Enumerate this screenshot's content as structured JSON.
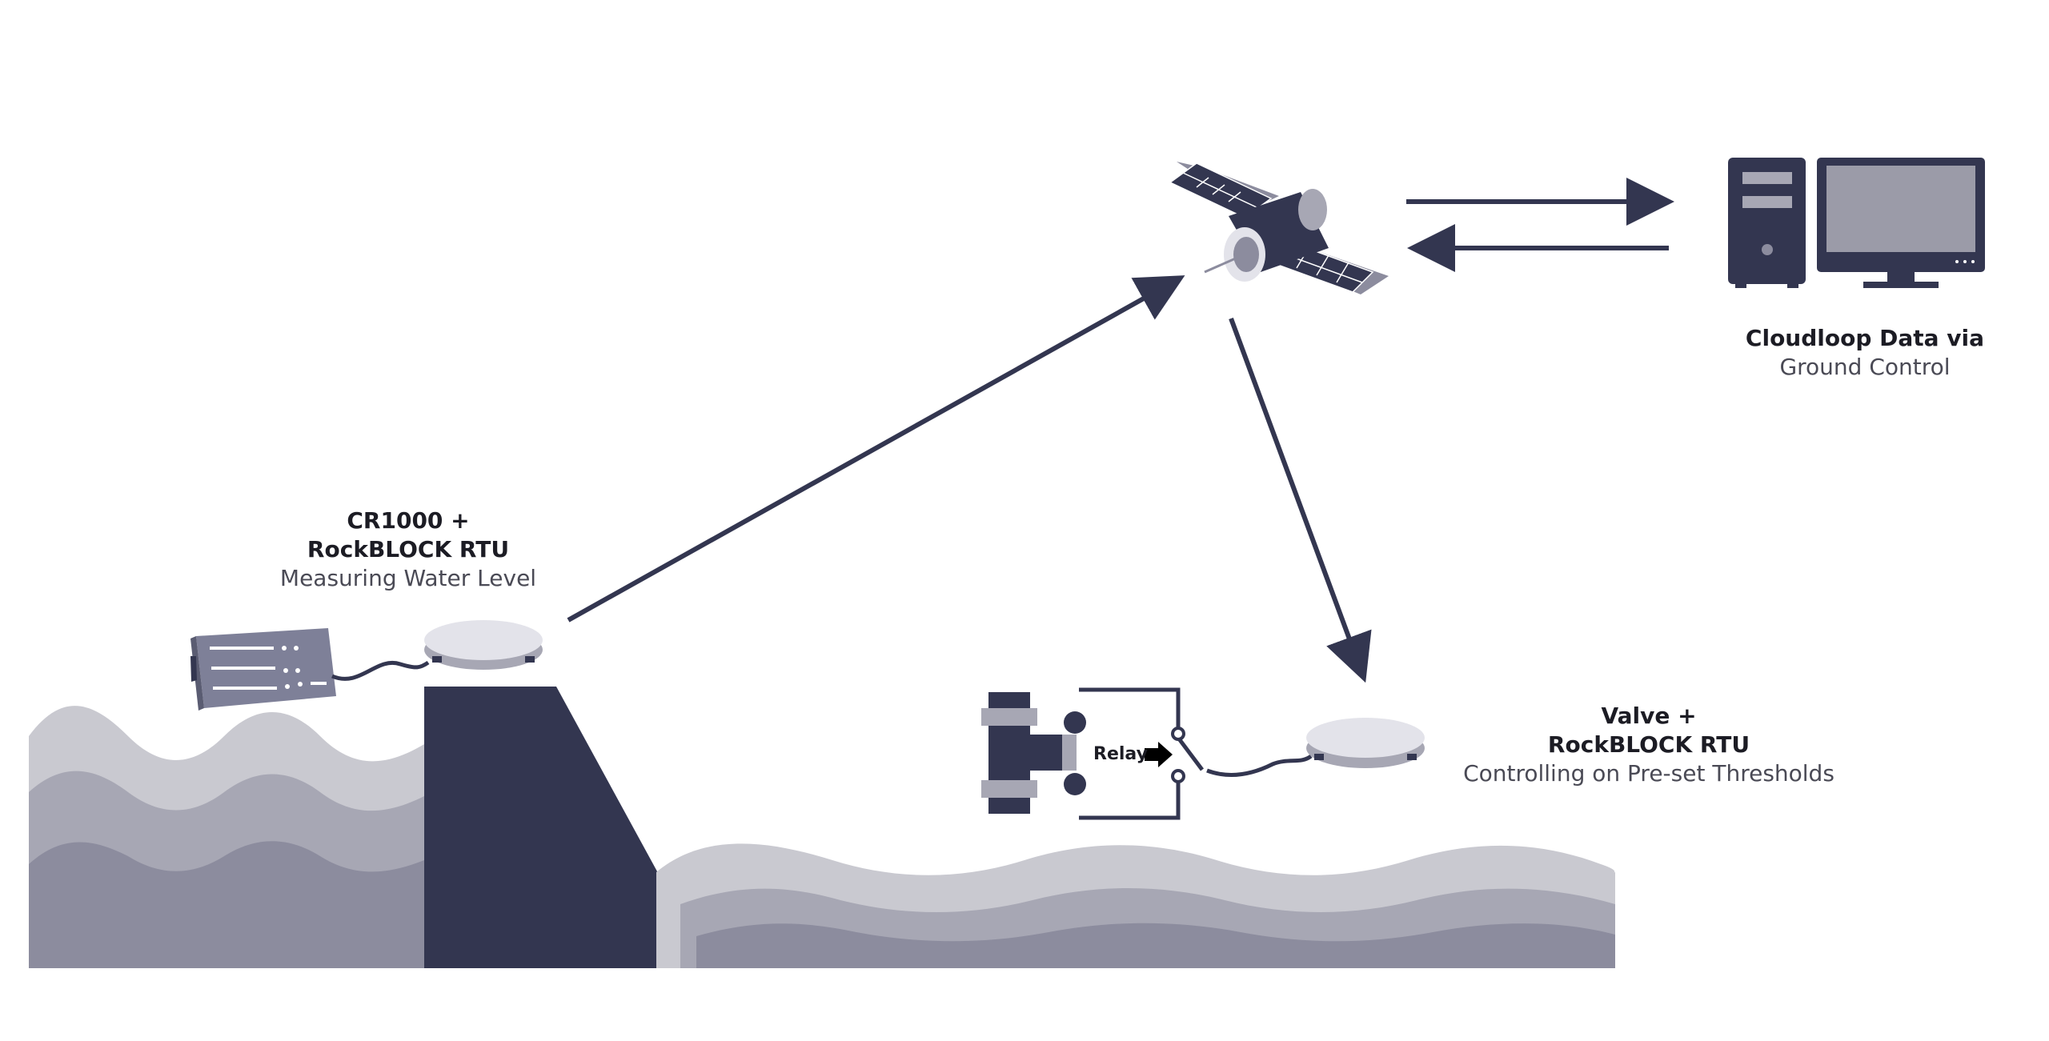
{
  "labels": {
    "cr1000": {
      "title_line1": "CR1000 +",
      "title_line2": "RockBLOCK RTU",
      "subtitle": "Measuring Water Level"
    },
    "valve": {
      "title_line1": "Valve +",
      "title_line2": "RockBLOCK RTU",
      "subtitle": "Controlling on Pre-set Thresholds"
    },
    "cloud": {
      "title_line1": "Cloudloop Data via",
      "subtitle": "Ground Control"
    },
    "relay": "Relay"
  },
  "colors": {
    "navy": "#333650",
    "wave_light": "#c9c9d0",
    "wave_mid": "#a7a7b4",
    "wave_dark": "#8c8c9e",
    "antenna": "#e3e3ea",
    "monitor_screen": "#9b9ba8"
  }
}
